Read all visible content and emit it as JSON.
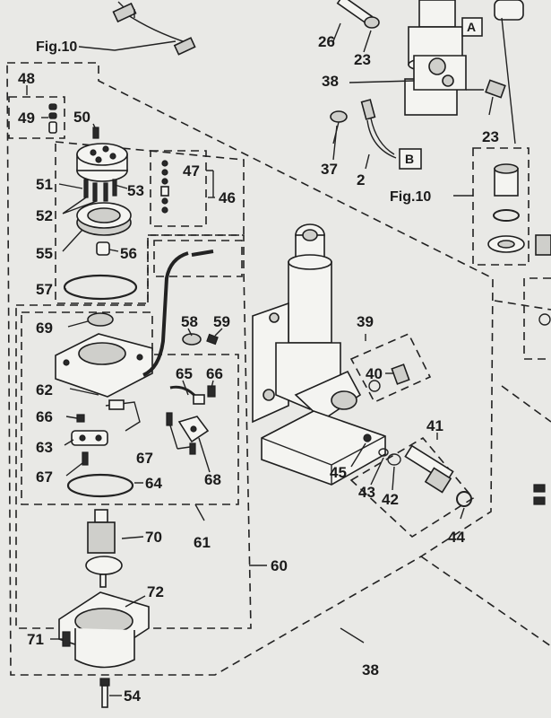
{
  "diagram": {
    "figure_refs": {
      "top_left": "Fig.10",
      "right": "Fig.10"
    },
    "boxed_refs": {
      "a": "A",
      "b": "B"
    },
    "callouts": {
      "n2": "2",
      "n23": "23",
      "n23b": "23",
      "n26": "26",
      "n37": "37",
      "n38": "38",
      "n38b": "38",
      "n39": "39",
      "n40": "40",
      "n41": "41",
      "n42": "42",
      "n43": "43",
      "n44": "44",
      "n45": "45",
      "n46": "46",
      "n47": "47",
      "n48": "48",
      "n49": "49",
      "n50": "50",
      "n51": "51",
      "n52": "52",
      "n53": "53",
      "n54": "54",
      "n55": "55",
      "n56": "56",
      "n57": "57",
      "n58": "58",
      "n59": "59",
      "n60": "60",
      "n61": "61",
      "n62": "62",
      "n63": "63",
      "n64": "64",
      "n65": "65",
      "n66": "66",
      "n66b": "66",
      "n67": "67",
      "n67b": "67",
      "n68": "68",
      "n69": "69",
      "n70": "70",
      "n71": "71",
      "n72": "72"
    }
  }
}
